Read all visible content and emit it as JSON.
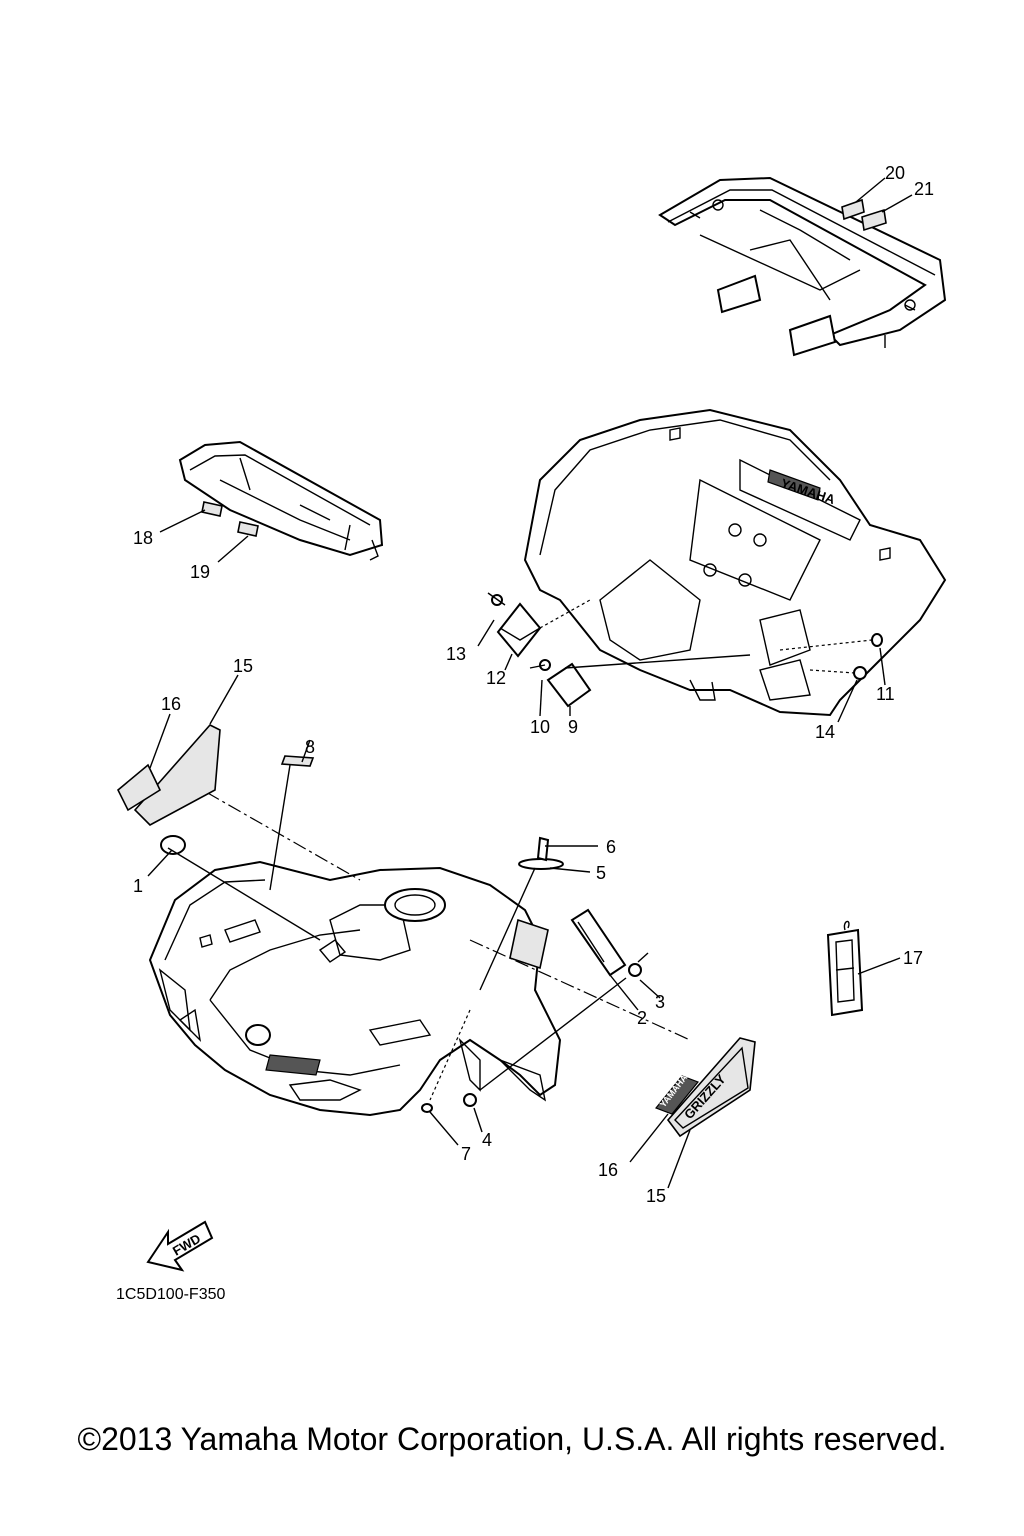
{
  "diagram": {
    "callouts": [
      "1",
      "2",
      "3",
      "4",
      "5",
      "6",
      "7",
      "8",
      "9",
      "10",
      "11",
      "12",
      "13",
      "14",
      "15",
      "16",
      "17",
      "18",
      "19",
      "20",
      "21",
      "16",
      "15"
    ],
    "drawing_code": "1C5D100-F350",
    "fwd_label": "FWD",
    "emblem_text": "GRIZZLY",
    "brand_text": "YAMAHA",
    "copyright": "©2013 Yamaha Motor Corporation, U.S.A. All rights reserved."
  }
}
